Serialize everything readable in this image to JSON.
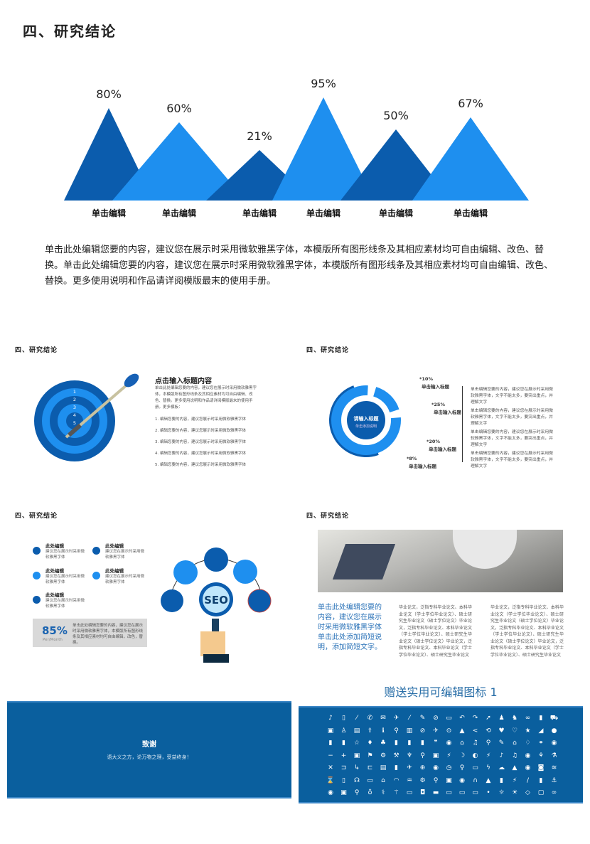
{
  "header": {
    "title": "四、研究结论"
  },
  "chart_data": {
    "type": "area",
    "categories": [
      "单击编辑",
      "单击编辑",
      "单击编辑",
      "单击编辑",
      "单击编辑",
      "单击编辑"
    ],
    "values": [
      80,
      60,
      21,
      95,
      50,
      67
    ],
    "data_labels": [
      "80%",
      "60%",
      "21%",
      "95%",
      "50%",
      "67%"
    ],
    "colors": [
      "#0B5CAD",
      "#1E8FEF"
    ]
  },
  "paragraph": "单击此处编辑您要的内容，建议您在展示时采用微软雅黑字体，本模版所有图形线条及其相应素材均可自由编辑、改色、替换。单击此处编辑您要的内容，建议您在展示时采用微软雅黑字体，本模版所有图形线条及其相应素材均可自由编辑、改色、替换。更多使用说明和作品请详阅模版最末的使用手册。",
  "slide1": {
    "title": "四、研究结论",
    "heading": "点击输入标题内容",
    "body": "单击此处编辑您要的内容，建议您在展示时采用微软雅黑字体，本模版所有图形线条及其相应素材均可自由编辑、改色、替换。更多使用说明和作品请详阅模版最末的使用手册。更多模板：",
    "target_numbers": [
      "1",
      "2",
      "3",
      "4",
      "5"
    ],
    "list": [
      "1.  编辑您要的内容，建议您展示时采用微软雅黑字体",
      "2.  编辑您要的内容，建议您展示时采用微软雅黑字体",
      "3.  编辑您要的内容，建议您展示时采用微软雅黑字体",
      "4.  编辑您要的内容，建议您展示时采用微软雅黑字体",
      "5.  编辑您要的内容，建议您展示时采用微软雅黑字体"
    ]
  },
  "slide2": {
    "title": "四、研究结论",
    "center_title": "请输入标题",
    "center_sub": "单击添加说明",
    "labels": [
      {
        "pct": "*10%",
        "text": "单击输入标题"
      },
      {
        "pct": "*25%",
        "text": "单击输入标题"
      },
      {
        "pct": "*20%",
        "text": "单击输入标题"
      },
      {
        "pct": "*8%",
        "text": "单击输入标题"
      }
    ],
    "notes": [
      "单击编辑您要的内容，建议您在展示时采用微软雅黑字体，文字不能太多，要突出重点，并理解文字",
      "单击编辑您要的内容，建议您在展示时采用微软雅黑字体，文字不能太多，要突出重点，并理解文字",
      "单击编辑您要的内容，建议您在展示时采用微软雅黑字体，文字不能太多，要突出重点，并理解文字",
      "单击编辑您要的内容，建议您在展示时采用微软雅黑字体，文字不能太多，要突出重点，并理解文字"
    ]
  },
  "slide3": {
    "title": "四、研究结论",
    "items": [
      {
        "t": "此处编辑",
        "d": "建议您在展示时采用微软雅黑字体"
      },
      {
        "t": "此处编辑",
        "d": "建议您在展示时采用微软雅黑字体"
      },
      {
        "t": "此处编辑",
        "d": "建议您在展示时采用微软雅黑字体"
      },
      {
        "t": "此处编辑",
        "d": "建议您在展示时采用微软雅黑字体"
      },
      {
        "t": "此处编辑",
        "d": "建议您在展示时采用微软雅黑字体"
      }
    ],
    "stat": "85%",
    "stat_unit": "Per/Month",
    "stat_text": "单击此处编辑您要的内容，建议您在展示时采用微软雅黑字体，本模版所有图形线条及其相应素材均可自由编辑，改色，替换。",
    "seo": "SEO"
  },
  "slide4": {
    "title": "四、研究结论",
    "blue_text": "单击此处编辑您要的内容，建议您在展示时采用微软雅黑字体单击此处添加简短说明，添加简短文字。",
    "col1": "毕业论文，泛指专科毕业论文、本科毕业论文（学士学位毕业论文）、硕士研究生毕业论文（硕士学位论文）毕业论文，泛指专科毕业论文、本科毕业论文（学士学位毕业论文）、硕士研究生毕业论文（硕士学位论文）毕业论文，泛指专科毕业论文、本科毕业论文（学士学位毕业论文）、硕士研究生毕业论文",
    "col2": "毕业论文，泛指专科毕业论文、本科毕业论文（学士学位毕业论文）、硕士研究生毕业论文（硕士学位论文）毕业论文，泛指专科毕业论文、本科毕业论文（学士学位毕业论文）、硕士研究生毕业论文（硕士学位论文）毕业论文，泛指专科毕业论文、本科毕业论文（学士学位毕业论文）、硕士研究生毕业论文"
  },
  "thanks": {
    "title": "致谢",
    "sub": "语大义之方，论万物之理，受益终身！"
  },
  "icons": {
    "title": "赠送实用可编辑图标 1"
  }
}
